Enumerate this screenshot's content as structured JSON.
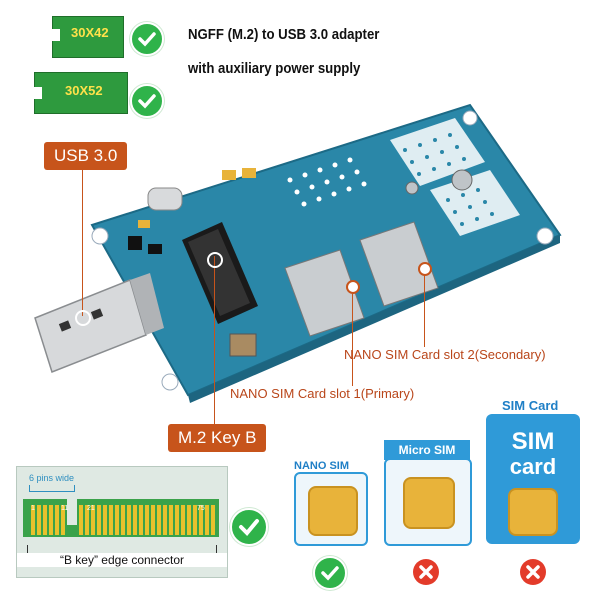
{
  "modules": [
    {
      "label": "30X42"
    },
    {
      "label": "30X52"
    }
  ],
  "headline": {
    "line1": "NGFF (M.2) to USB 3.0 adapter",
    "line2": "with auxiliary power supply"
  },
  "tags": {
    "usb": "USB 3.0",
    "m2": "M.2 Key B"
  },
  "callouts": {
    "sim2": "NANO SIM Card slot 2(Secondary)",
    "sim1": "NANO SIM Card slot 1(Primary)"
  },
  "connector": {
    "pins_label": "6 pins wide",
    "pin_numbers": [
      "1",
      "11",
      "21",
      "75"
    ],
    "caption": "“B key” edge connector"
  },
  "sim_types": [
    {
      "label": "NANO SIM",
      "status": "supported"
    },
    {
      "label": "Micro SIM",
      "status": "unsupported"
    },
    {
      "label": "SIM Card",
      "card_text_1": "SIM",
      "card_text_2": "card",
      "status": "unsupported"
    }
  ],
  "colors": {
    "accent_orange": "#c7541b",
    "check_green": "#2fb34a",
    "cross_red": "#e33b2a",
    "pcb_blue": "#2a87a8",
    "module_green": "#2e9a3e"
  }
}
